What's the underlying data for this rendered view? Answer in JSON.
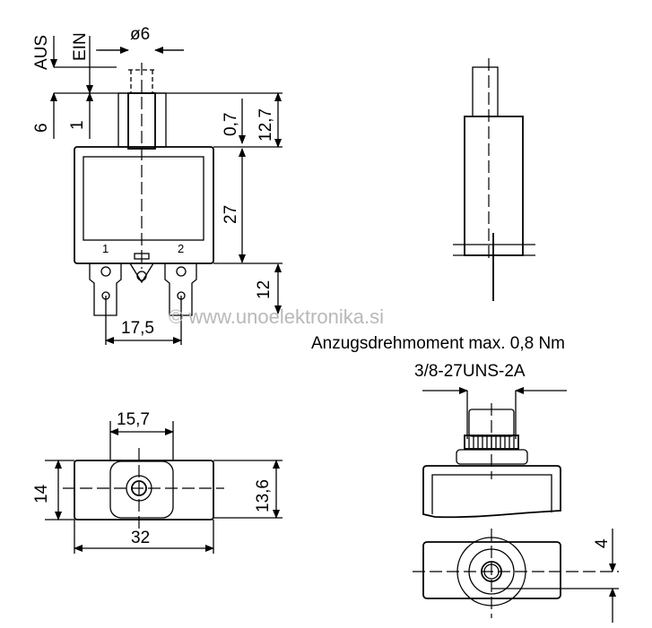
{
  "watermark": "© www.unoelektronika.si",
  "front_view": {
    "aus": "AUS",
    "ein": "EIN",
    "dia": "ø6",
    "d6": "6",
    "d1": "1",
    "d07": "0,7",
    "d127": "12,7",
    "d27": "27",
    "d12": "12",
    "d175": "17,5",
    "terminal_1": "1",
    "terminal_2": "2"
  },
  "top_view": {
    "d157": "15,7",
    "d14": "14",
    "d136": "13,6",
    "d32": "32"
  },
  "mount_view": {
    "torque_note": "Anzugsdrehmoment max. 0,8 Nm",
    "thread_note": "3/8-27UNS-2A",
    "d4": "4"
  },
  "colors": {
    "line": "#000000",
    "watermark": "#b8b8b8"
  }
}
